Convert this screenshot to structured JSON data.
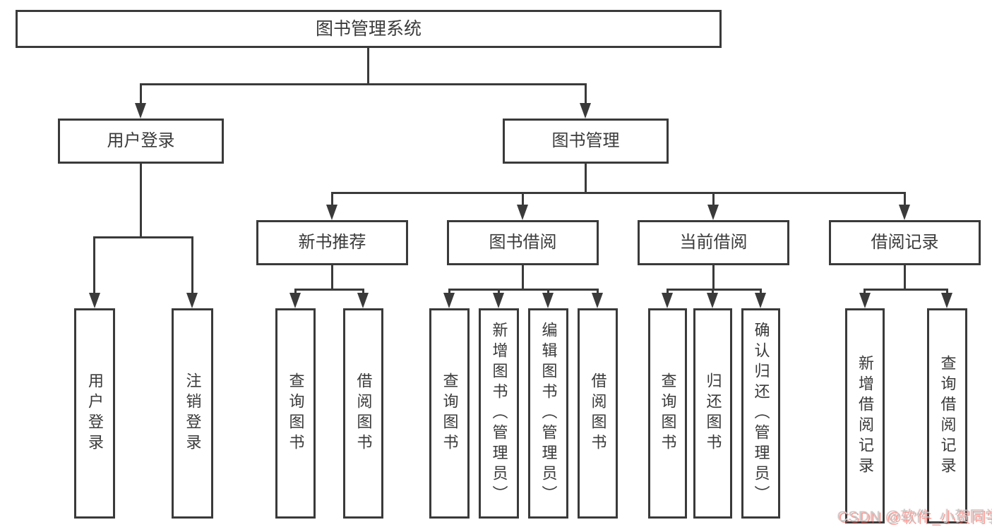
{
  "title": "图书管理系统",
  "watermark": "CSDN @软件_小贺同学",
  "colors": {
    "line": "#3a3a3a",
    "text": "#3a3a3a",
    "background": "#ffffff",
    "watermark_gray": "#c9c9c9",
    "watermark_red": "#fc5a50"
  },
  "tree": {
    "root": "图书管理系统",
    "branches": [
      {
        "label": "用户登录",
        "children": [
          "用户登录",
          "注销登录"
        ]
      },
      {
        "label": "图书管理",
        "children": [
          {
            "label": "新书推荐",
            "children": [
              "查询图书",
              "借阅图书"
            ]
          },
          {
            "label": "图书借阅",
            "children": [
              "查询图书",
              "新增图书（管理员）",
              "编辑图书（管理员）",
              "借阅图书"
            ]
          },
          {
            "label": "当前借阅",
            "children": [
              "查询图书",
              "归还图书",
              "确认归还（管理员）"
            ]
          },
          {
            "label": "借阅记录",
            "children": [
              "新增借阅记录",
              "查询借阅记录"
            ]
          }
        ]
      }
    ]
  }
}
